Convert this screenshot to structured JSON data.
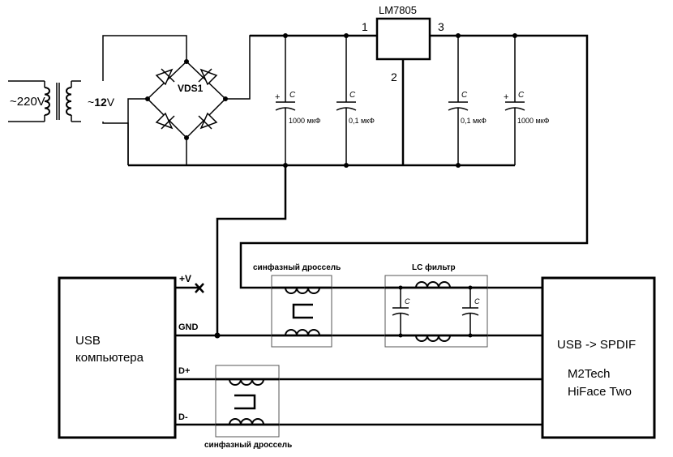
{
  "labels": {
    "mains": "~220V",
    "secondary_prefix": "~",
    "secondary_value": "12",
    "secondary_unit": "V",
    "bridge": "VDS1",
    "regulator": "LM7805",
    "pin1": "1",
    "pin2": "2",
    "pin3": "3",
    "cap_letter": "C",
    "plus": "+",
    "c1_value": "1000 мкФ",
    "c2_value": "0,1 мкФ",
    "c3_value": "0,1 мкФ",
    "c4_value": "1000 мкФ",
    "choke_top": "синфазный дроссель",
    "choke_bottom": "синфазный дроссель",
    "lc_filter": "LC фильтр",
    "usb_pc_line1": "USB",
    "usb_pc_line2": "компьютера",
    "spdif_line1": "USB -> SPDIF",
    "spdif_line2": "M2Tech",
    "spdif_line3": "HiFace Two",
    "vplus": "+V",
    "gnd": "GND",
    "dplus": "D+",
    "dminus": "D-"
  }
}
